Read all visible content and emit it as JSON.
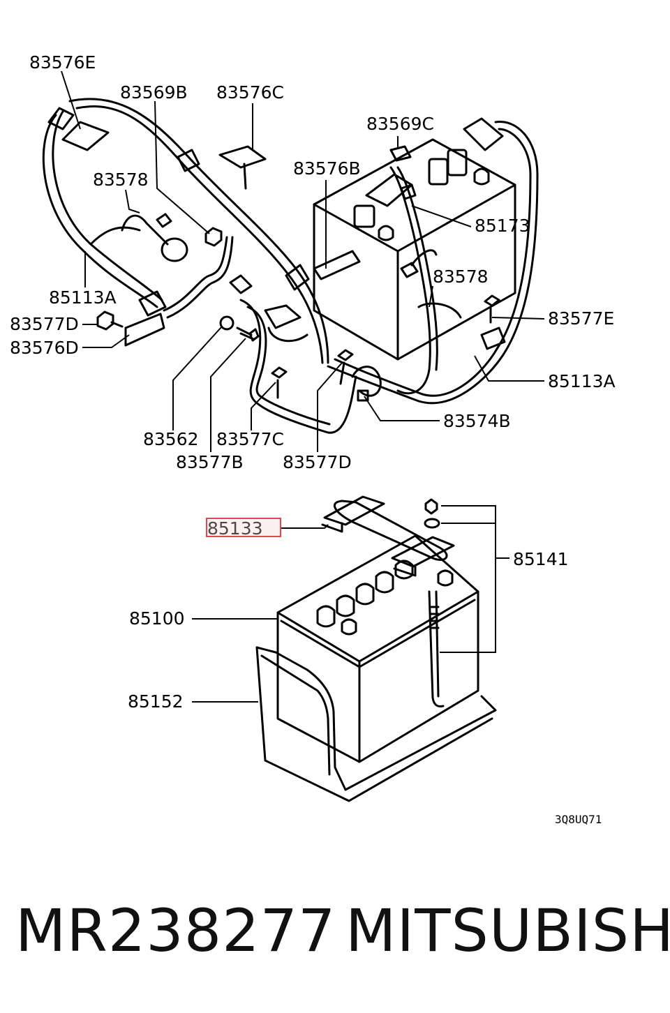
{
  "callouts": {
    "c83576E": "83576E",
    "c83569B": "83569B",
    "c83576C": "83576C",
    "c83569C": "83569C",
    "c83576B": "83576B",
    "c83578a": "83578",
    "c85173": "85173",
    "c85113Aa": "85113A",
    "c83578b": "83578",
    "c83577Ea": "83577E",
    "c83577Da": "83577D",
    "c83576D": "83576D",
    "c85113Ab": "85113A",
    "c83574B": "83574B",
    "c83562": "83562",
    "c83577C": "83577C",
    "c83577B": "83577B",
    "c83577Db": "83577D",
    "c85133": "85133",
    "c85141": "85141",
    "c85100": "85100",
    "c85152": "85152"
  },
  "drawing_code": "3Q8UQ71",
  "highlight_color": "#e0484e",
  "footer": {
    "part_number": "MR238277",
    "brand": "MITSUBISHI"
  }
}
